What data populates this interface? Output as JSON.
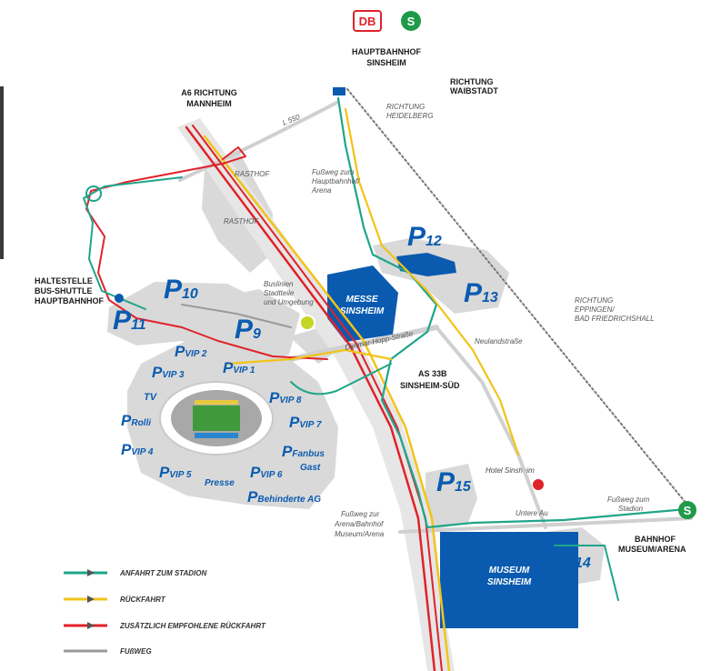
{
  "station": {
    "db_logo": "DB",
    "s_logo": "S",
    "title_line1": "HAUPTBAHNHOF",
    "title_line2": "SINSHEIM"
  },
  "roads": {
    "a6": {
      "line1": "A6 RICHTUNG",
      "line2": "MANNHEIM"
    },
    "l550": "L 550",
    "waibstadt": {
      "line1": "RICHTUNG",
      "line2": "WAIBSTADT"
    },
    "heidelberg": {
      "line1": "RICHTUNG",
      "line2": "HEIDELBERG"
    },
    "eppingen": {
      "line1": "RICHTUNG",
      "line2": "EPPINGEN/",
      "line3": "BAD FRIEDRICHSHALL"
    },
    "dietmar_hopp": "Dietmar-Hopp-Straße",
    "neulandstrasse": "Neulandstraße",
    "untere_au": "Untere Au",
    "as33b": {
      "line1": "AS 33B",
      "line2": "SINSHEIM-SÜD"
    }
  },
  "places": {
    "rasthof1": "RASTHOF",
    "rasthof2": "RASTHOF",
    "fussweg_hbf": {
      "line1": "Fußweg zum",
      "line2": "Hauptbahnhof/",
      "line3": "Arena"
    },
    "buslinien": {
      "line1": "Buslinien",
      "line2": "Stadtteile",
      "line3": "und Umgebung"
    },
    "haltestelle": {
      "line1": "HALTESTELLE",
      "line2": "BUS-SHUTTLE",
      "line3": "HAUPTBAHNHOF"
    },
    "messe": {
      "line1": "MESSE",
      "line2": "SINSHEIM"
    },
    "museum": {
      "line1": "MUSEUM",
      "line2": "SINSHEIM"
    },
    "hotel": "Hotel Sinsheim",
    "fussweg_arena": {
      "line1": "Fußweg zur",
      "line2": "Arena/Bahnhof",
      "line3": "Museum/Arena"
    },
    "fussweg_station": {
      "line1": "Fußweg zum",
      "line2": "Stadion"
    },
    "bahnhof_museum": {
      "line1": "BAHNHOF",
      "line2": "MUSEUM/ARENA"
    }
  },
  "parking": {
    "p_letter": "P",
    "p9": "9",
    "p10": "10",
    "p11": "11",
    "p12": "12",
    "p13": "13",
    "p14": "14",
    "p15": "15",
    "vip1": "VIP 1",
    "vip2": "VIP 2",
    "vip3": "VIP 3",
    "vip4": "VIP 4",
    "vip5": "VIP 5",
    "vip6": "VIP 6",
    "vip7": "VIP 7",
    "vip8": "VIP 8",
    "tv": "TV",
    "rolli": "Rolli",
    "presse": "Presse",
    "fanbus1": "Fanbus",
    "fanbus2": "Gast",
    "behinderte": "Behinderte AG"
  },
  "legend": {
    "items": [
      {
        "label": "ANFAHRT ZUM STADION",
        "color": "#1fa58a"
      },
      {
        "label": "RÜCKFAHRT",
        "color": "#f2c318"
      },
      {
        "label": "ZUSÄTZLICH EMPFOHLENE RÜCKFAHRT",
        "color": "#e0222a"
      },
      {
        "label": "FUßWEG",
        "color": "#9a9a9a"
      }
    ]
  },
  "colors": {
    "teal": "#1fa58a",
    "yellow": "#f2c318",
    "red": "#e0222a",
    "grey": "#9a9a9a",
    "blue": "#0a5bb0",
    "area": "#d8d8d8"
  }
}
